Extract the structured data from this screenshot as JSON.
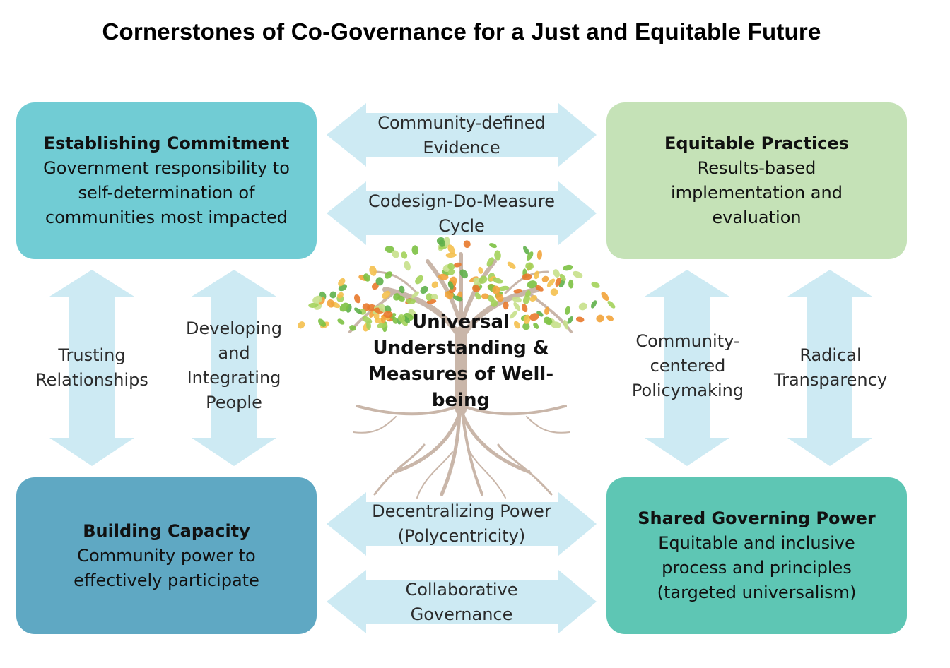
{
  "title": "Cornerstones of Co-Governance for a Just and Equitable Future",
  "boxes": {
    "top_left": {
      "heading": "Establishing Commitment",
      "body": "Government responsibility to self-determination of communities most impacted",
      "color": "#71ccd4"
    },
    "top_right": {
      "heading": "Equitable Practices",
      "body": "Results-based implementation and evaluation",
      "color": "#c5e2b7"
    },
    "bottom_left": {
      "heading": "Building Capacity",
      "body": "Community power to effectively participate",
      "color": "#5fa8c3"
    },
    "bottom_right": {
      "heading": "Shared Governing Power",
      "body": "Equitable and inclusive process and principles (targeted universalism)",
      "color": "#5ec6b4"
    }
  },
  "arrows": {
    "top_1": "Community-defined Evidence",
    "top_2": "Codesign-Do-Measure Cycle",
    "bottom_1": "Decentralizing Power (Polycentricity)",
    "bottom_2": "Collaborative Governance",
    "left_1": "Trusting Relationships",
    "left_2": "Developing and Integrating People",
    "right_1": "Community-centered Policymaking",
    "right_2": "Radical Transparency",
    "color": "#cdeaf3"
  },
  "center": {
    "label": "Universal Understanding & Measures of Well-being",
    "icon": "tree-icon"
  }
}
